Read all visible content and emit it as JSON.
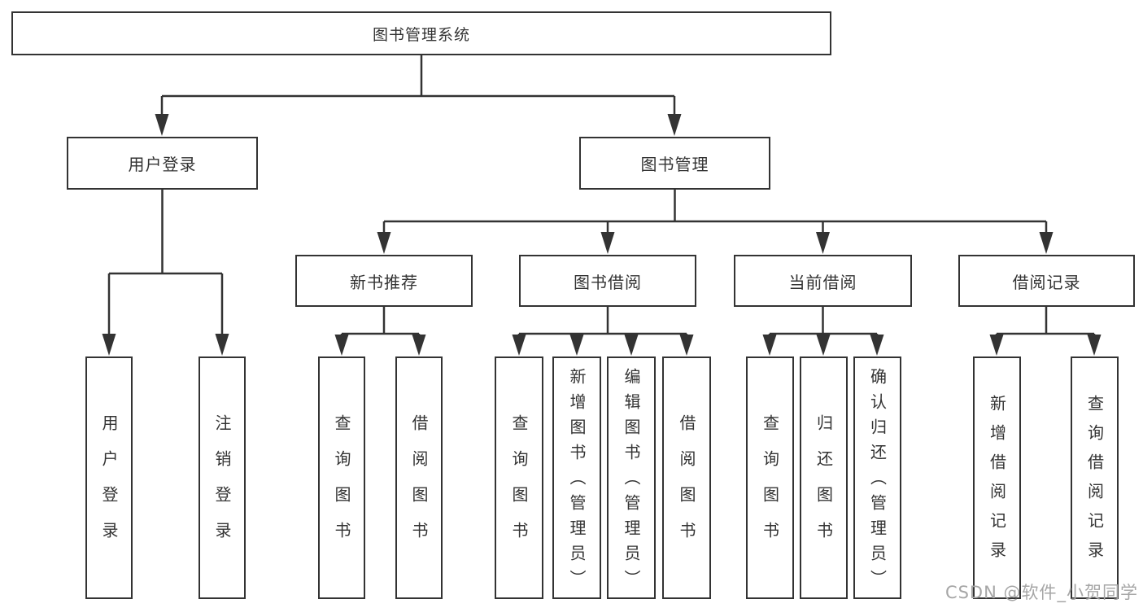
{
  "diagram": {
    "root": {
      "label": "图书管理系统"
    },
    "branches": [
      {
        "label": "用户登录",
        "children": [
          {
            "label": "用户登录"
          },
          {
            "label": "注销登录"
          }
        ]
      },
      {
        "label": "图书管理",
        "children": [
          {
            "label": "新书推荐",
            "children": [
              {
                "label": "查询图书"
              },
              {
                "label": "借阅图书"
              }
            ]
          },
          {
            "label": "图书借阅",
            "children": [
              {
                "label": "查询图书"
              },
              {
                "label": "新增图书（管理员）"
              },
              {
                "label": "编辑图书（管理员）"
              },
              {
                "label": "借阅图书"
              }
            ]
          },
          {
            "label": "当前借阅",
            "children": [
              {
                "label": "查询图书"
              },
              {
                "label": "归还图书"
              },
              {
                "label": "确认归还（管理员）"
              }
            ]
          },
          {
            "label": "借阅记录",
            "children": [
              {
                "label": "新增借阅记录"
              },
              {
                "label": "查询借阅记录"
              }
            ]
          }
        ]
      }
    ]
  },
  "watermark": {
    "text": "CSDN @软件_小贺同学"
  },
  "colors": {
    "line": "#333333",
    "box_border": "#333333",
    "text": "#333333",
    "watermark_gray": "#a6a6a6",
    "background": "#ffffff"
  }
}
